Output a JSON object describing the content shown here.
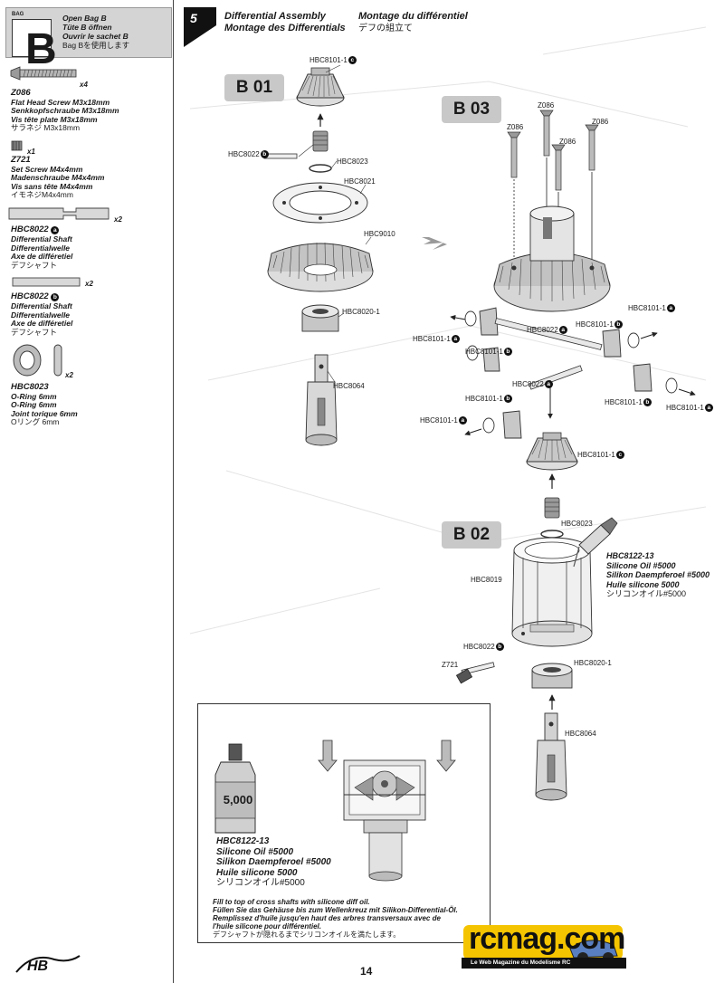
{
  "bag": {
    "small_label": "BAG",
    "letter": "B",
    "lines": [
      "Open Bag B",
      "Tüte B öffnen",
      "Ouvrir le sachet B"
    ],
    "line_jp": "Bag Bを使用します"
  },
  "parts": [
    {
      "code": "Z086",
      "qty": "x4",
      "lines": [
        "Flat Head Screw M3x18mm",
        "Senkkopfschraube M3x18mm",
        "Vis tête plate M3x18mm"
      ],
      "jp": "サラネジ M3x18mm"
    },
    {
      "code": "Z721",
      "qty": "x1",
      "lines": [
        "Set Screw M4x4mm",
        "Madenschraube M4x4mm",
        "Vis sans tête M4x4mm"
      ],
      "jp": "イモネジM4x4mm"
    },
    {
      "code": "HBC8022",
      "badge": "a",
      "qty": "x2",
      "lines": [
        "Differential Shaft",
        "Differentialwelle",
        "Axe de différetiel"
      ],
      "jp": "デフシャフト"
    },
    {
      "code": "HBC8022",
      "badge": "b",
      "qty": "x2",
      "lines": [
        "Differential Shaft",
        "Differentialwelle",
        "Axe de différetiel"
      ],
      "jp": "デフシャフト"
    },
    {
      "code": "HBC8023",
      "qty": "x2",
      "lines": [
        "O-Ring 6mm",
        "O-Ring 6mm",
        "Joint torique 6mm"
      ],
      "jp": "Oリング 6mm"
    }
  ],
  "step": {
    "number": "5",
    "title_en": "Differential Assembly",
    "title_de": "Montage des Differentials",
    "title_fr": "Montage du différentiel",
    "title_jp": "デフの組立て"
  },
  "subassemblies": [
    "B 01",
    "B 03",
    "B 02"
  ],
  "callouts": {
    "b01_gear": "HBC8101-1",
    "b01_gear_badge": "c",
    "b01_shaft": "HBC8022",
    "b01_shaft_badge": "b",
    "b01_oring": "HBC8023",
    "b01_gasket": "HBC8021",
    "b01_ring": "HBC9010",
    "b01_bearing": "HBC8020-1",
    "b01_cup": "HBC8064",
    "b03_screw1": "Z086",
    "b03_screw2": "Z086",
    "b03_screw3": "Z086",
    "b03_screw4": "Z086",
    "b03_left": "HBC8101-1",
    "b03_left_badge": "a",
    "b03_left2": "HBC8101-1",
    "b03_left2_badge": "b",
    "b03_shaft_a": "HBC8022",
    "b03_shaft_a_badge": "a",
    "b03_right1": "HBC8101-1",
    "b03_right1_badge": "a",
    "b03_right2": "HBC8101-1",
    "b03_right2_badge": "b",
    "b03_shaft_a2": "HBC8022",
    "b03_shaft_a2_badge": "a",
    "b03_mid": "HBC8101-1",
    "b03_mid_badge": "b",
    "b03_rb1": "HBC8101-1",
    "b03_rb1_badge": "b",
    "b03_rb2": "HBC8101-1",
    "b03_rb2_badge": "a",
    "b03_bl": "HBC8101-1",
    "b03_bl_badge": "a",
    "b02_gear": "HBC8101-1",
    "b02_gear_badge": "c",
    "b02_oring": "HBC8023",
    "b02_case": "HBC8019",
    "b02_shaft": "HBC8022",
    "b02_shaft_badge": "b",
    "b02_setscrew": "Z721",
    "b02_bearing": "HBC8020-1",
    "b02_cup": "HBC8064"
  },
  "oil": {
    "code": "HBC8122-13",
    "lines": [
      "Silicone Oil #5000",
      "Silikon Daempferoel #5000",
      "Huile silicone 5000"
    ],
    "jp": "シリコンオイル#5000"
  },
  "info_box": {
    "bottle_label": "5,000",
    "oil_code": "HBC8122-13",
    "oil_lines": [
      "Silicone Oil #5000",
      "Silikon Daempferoel #5000",
      "Huile silicone 5000"
    ],
    "oil_jp": "シリコンオイル#5000",
    "instructions": [
      "Fill to top of cross shafts with silicone diff oil.",
      "Füllen Sie das Gehäuse bis zum Wellenkreuz mit Silikon-Differential-Öl.",
      "Remplissez d'huile jusqu'en haut des arbres transversaux avec de",
      "l'huile silicone pour différentiel."
    ],
    "instruction_jp": "デフシャフトが隠れるまでシリコンオイルを満たします。"
  },
  "page_number": "14",
  "watermark": {
    "text": "rcmag.com",
    "subtext": "Le Web Magazine du Modelisme RC"
  },
  "brand_logo": "HB"
}
